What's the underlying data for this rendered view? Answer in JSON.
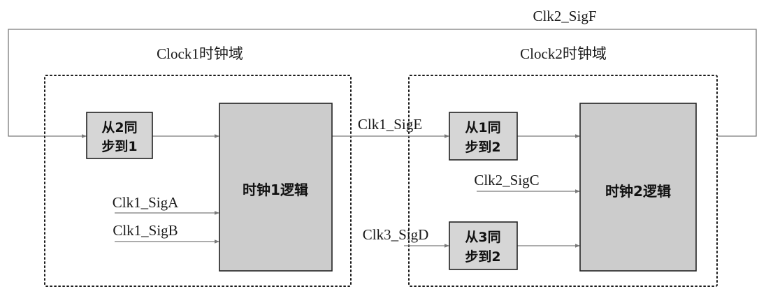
{
  "domains": {
    "clock1": {
      "label": "Clock1时钟域"
    },
    "clock2": {
      "label": "Clock2时钟域"
    }
  },
  "blocks": {
    "sync_2_to_1": {
      "line1": "从2同",
      "line2": "步到1"
    },
    "sync_1_to_2": {
      "line1": "从1同",
      "line2": "步到2"
    },
    "sync_3_to_2": {
      "line1": "从3同",
      "line2": "步到2"
    },
    "clock1_logic": {
      "label": "时钟1逻辑"
    },
    "clock2_logic": {
      "label": "时钟2逻辑"
    }
  },
  "signals": {
    "sig_a": "Clk1_SigA",
    "sig_b": "Clk1_SigB",
    "sig_c": "Clk2_SigC",
    "sig_d": "Clk3_SigD",
    "sig_e": "Clk1_SigE",
    "sig_f": "Clk2_SigF"
  },
  "colors": {
    "wire": "#7a7a7a",
    "block_fill": "#cccccc",
    "sync_fill": "#d6d6d6",
    "border": "#222222"
  }
}
